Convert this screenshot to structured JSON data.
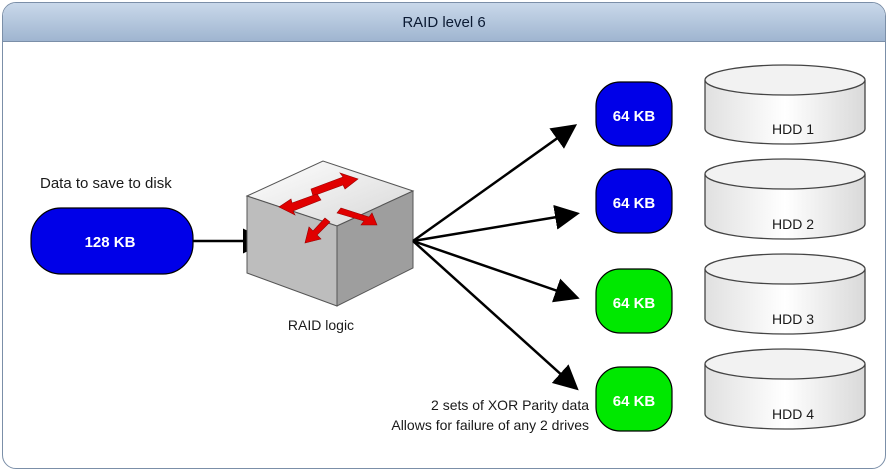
{
  "window": {
    "title": "RAID level 6"
  },
  "diagram": {
    "input_label": "Data to save to disk",
    "input_block": "128 KB",
    "logic_label": "RAID logic",
    "note_line1": "2 sets of XOR Parity data",
    "note_line2": "Allows for failure of any 2 drives",
    "colors": {
      "data_block": "#0000e8",
      "parity_block": "#00e800",
      "title_bar": "#a9bdd6"
    },
    "blocks": [
      {
        "label": "64 KB",
        "kind": "data"
      },
      {
        "label": "64 KB",
        "kind": "data"
      },
      {
        "label": "64 KB",
        "kind": "parity"
      },
      {
        "label": "64 KB",
        "kind": "parity"
      }
    ],
    "disks": [
      {
        "label": "HDD 1"
      },
      {
        "label": "HDD 2"
      },
      {
        "label": "HDD 3"
      },
      {
        "label": "HDD 4"
      }
    ]
  }
}
